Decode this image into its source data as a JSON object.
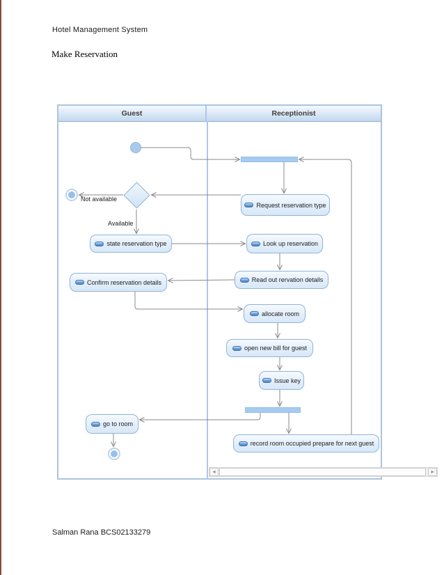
{
  "document": {
    "title": "Hotel Management System",
    "subtitle": "Make Reservation",
    "footer": "Salman Rana BCS02133279"
  },
  "diagram": {
    "type": "uml-activity-swimlane",
    "lanes": {
      "guest": "Guest",
      "receptionist": "Receptionist"
    },
    "activities": {
      "request": "Request reservation type",
      "state": "state reservation type",
      "lookup": "Look up reservation",
      "readout": "Read out rervation details",
      "confirm": "Confirm reservation details",
      "allocate": "allocate room",
      "openbill": "open new bill for guest",
      "issuekey": "Issue key",
      "gotoroom": "go to room",
      "record": "record room occupied prepare for next guest"
    },
    "guards": {
      "not_available": "Not available",
      "available": "Available"
    },
    "scrollbar": {
      "left": "◂",
      "right": "▸"
    },
    "colors": {
      "node_fill": "#e4effb",
      "node_border": "#8fb3d6",
      "sync_bar": "#a6cbf0",
      "connector": "#898989",
      "lane_border": "#a9c8e8",
      "header_gradient_bottom": "#c3d8ee"
    }
  }
}
